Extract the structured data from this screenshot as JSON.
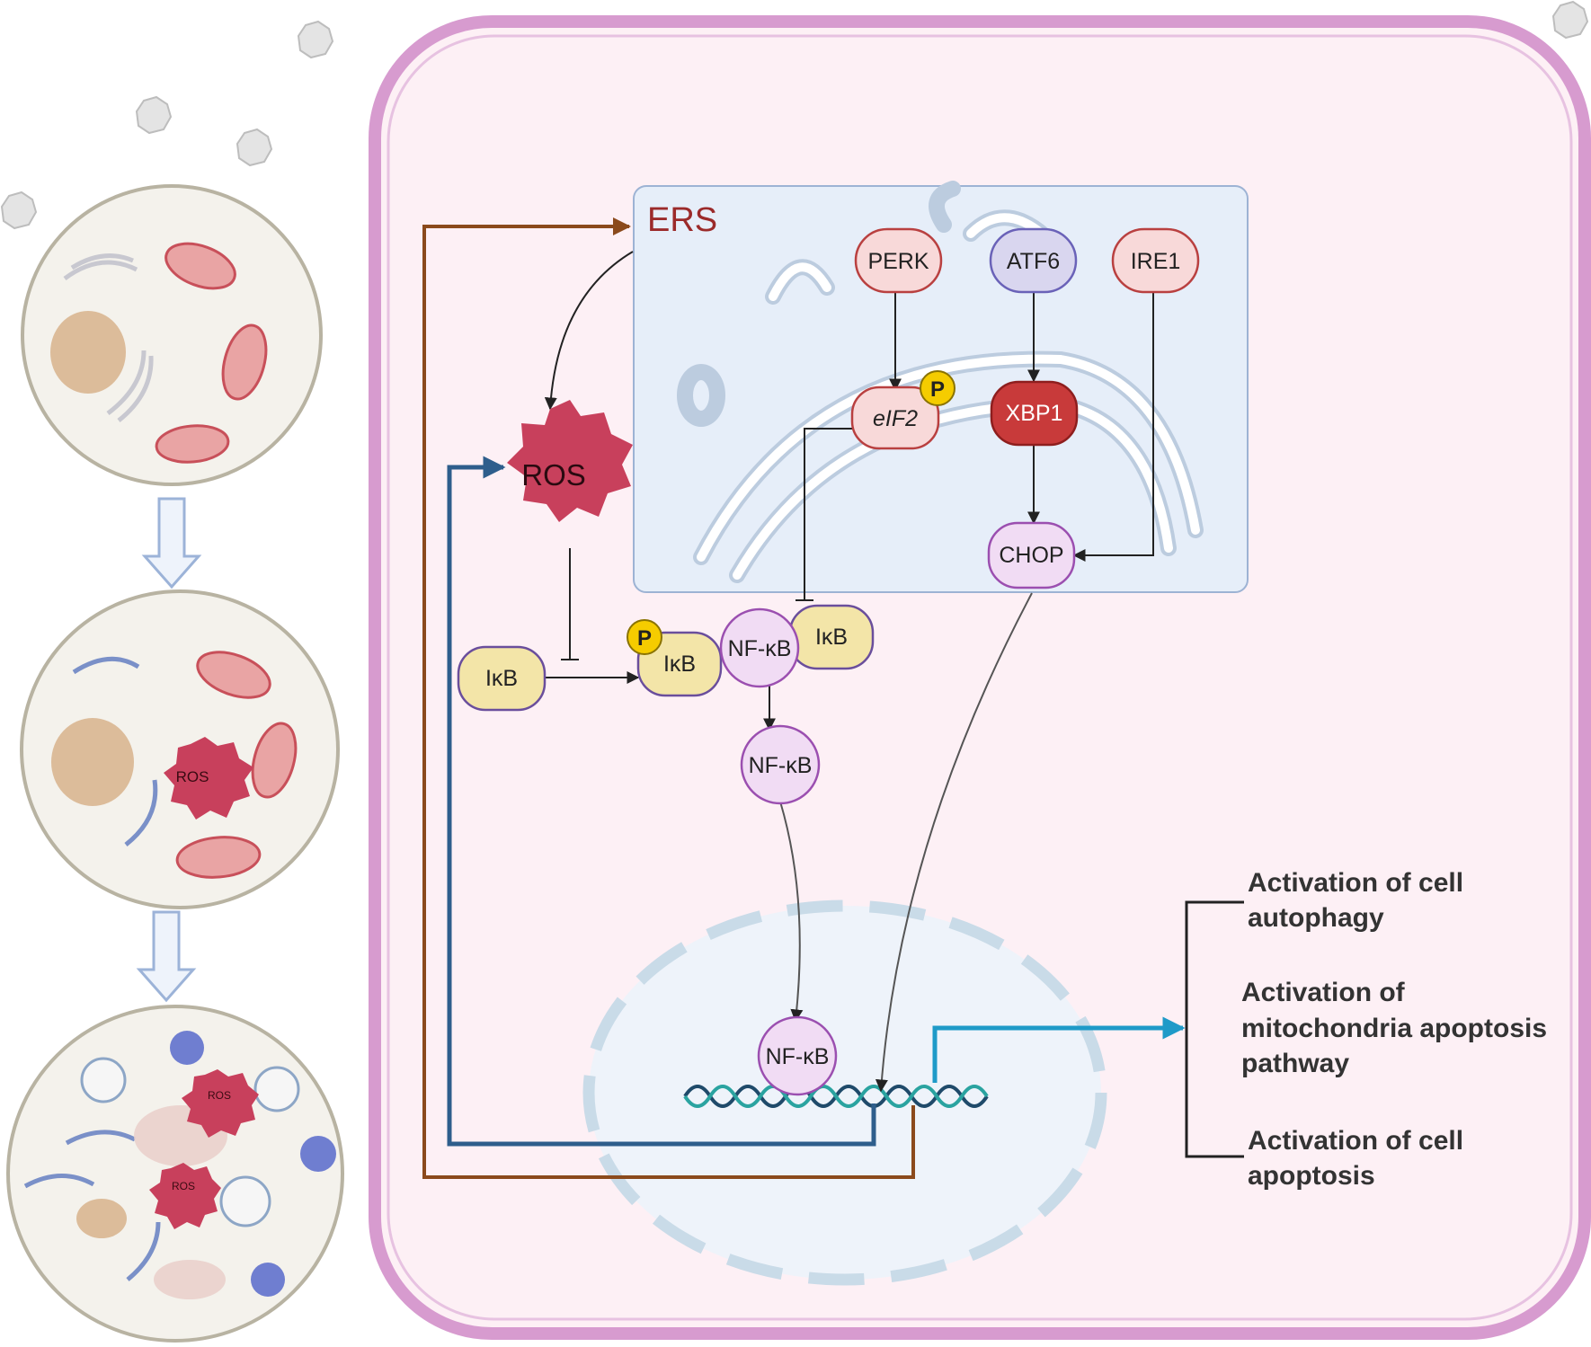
{
  "labels": {
    "ers": "ERS",
    "ros": "ROS",
    "perk": "PERK",
    "atf6": "ATF6",
    "ire1": "IRE1",
    "eif2": "eIF2",
    "xbp1": "XBP1",
    "chop": "CHOP",
    "ikb": "IκB",
    "nfkb": "NF-κB",
    "p": "P",
    "ros_small": "ROS"
  },
  "outcomes": [
    [
      "Activation of cell",
      "autophagy"
    ],
    [
      "Activation of",
      "mitochondria apoptosis",
      "pathway"
    ],
    [
      "Activation of cell",
      "apoptosis"
    ]
  ],
  "colors": {
    "cell_membrane": "#d79bcf",
    "cell_fill": "#fdf0f5",
    "er_box": "#e6eef9",
    "ros": "#c8405c",
    "ers_text": "#9b2a2a",
    "brown_arrow": "#8b4a1c",
    "blue_arrow": "#2e5e8c",
    "cyan_arrow": "#1e9ac8",
    "ikb": "#f3e5a8",
    "nfkb": "#f1dcf4",
    "phospho": "#f5cc00",
    "xbp1": "#c83a3a"
  }
}
